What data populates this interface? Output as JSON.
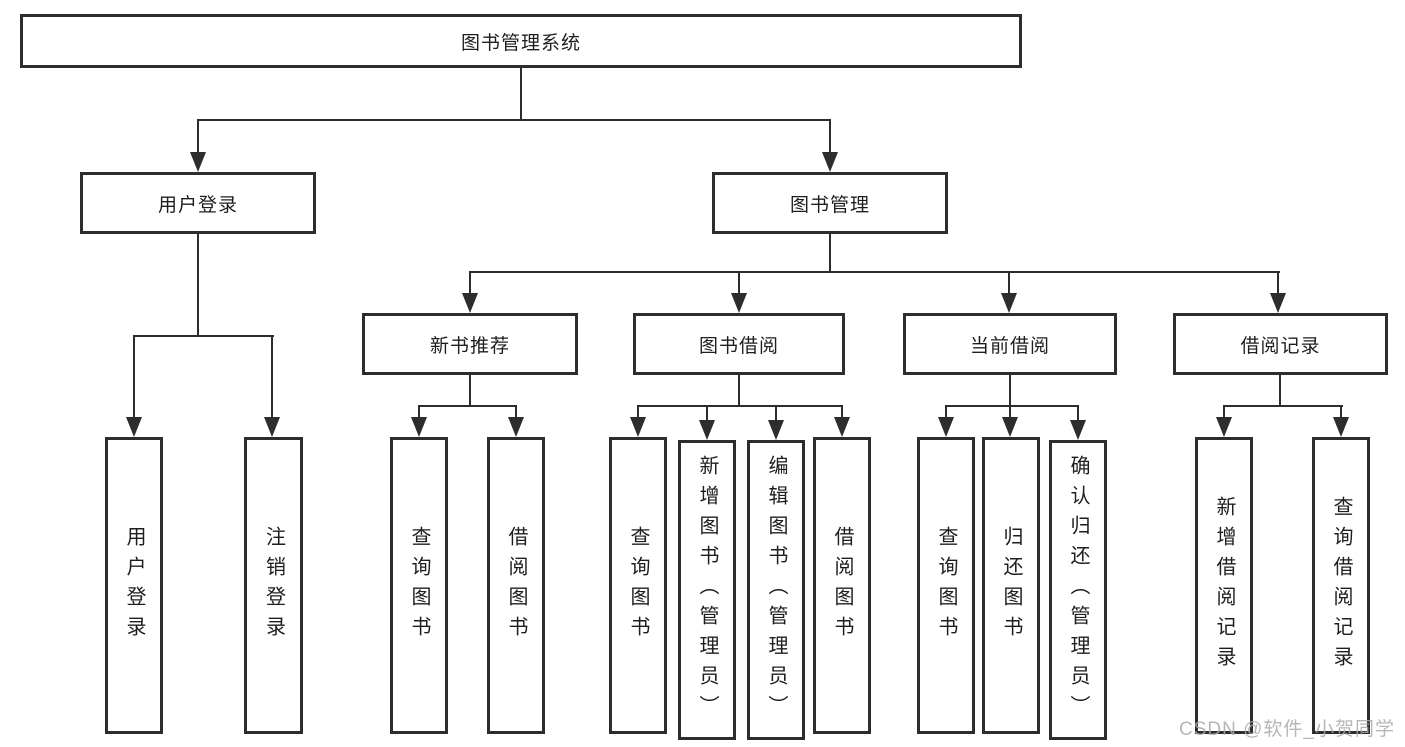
{
  "tree": {
    "root_label": "图书管理系统",
    "branches": [
      {
        "label": "用户登录",
        "leaves": [
          "用户登录",
          "注销登录"
        ]
      },
      {
        "label": "图书管理",
        "groups": [
          {
            "label": "新书推荐",
            "leaves": [
              "查询图书",
              "借阅图书"
            ]
          },
          {
            "label": "图书借阅",
            "leaves": [
              "查询图书",
              "新增图书（管理员）",
              "编辑图书（管理员）",
              "借阅图书"
            ]
          },
          {
            "label": "当前借阅",
            "leaves": [
              "查询图书",
              "归还图书",
              "确认归还（管理员）"
            ]
          },
          {
            "label": "借阅记录",
            "leaves": [
              "新增借阅记录",
              "查询借阅记录"
            ]
          }
        ]
      }
    ]
  },
  "watermark": "CSDN @软件_小贺同学",
  "colors": {
    "line": "#2d2d2d",
    "text": "#1e1e1e",
    "watermark": "#aaaaaa",
    "bg": "#ffffff"
  }
}
